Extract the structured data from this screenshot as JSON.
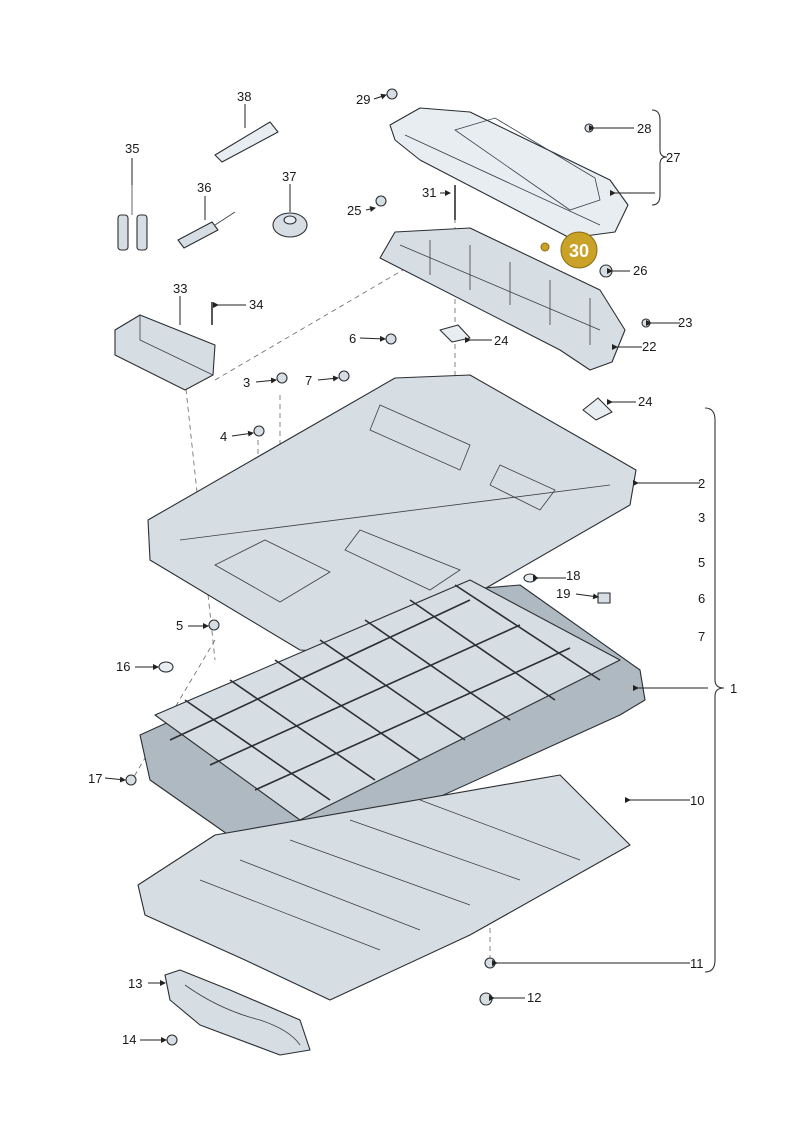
{
  "callout": {
    "highlight": "30",
    "color": "#c9a227"
  },
  "labels": {
    "l1": "1",
    "l2": "2",
    "l3a": "3",
    "l3b": "3",
    "l4": "4",
    "l5a": "5",
    "l5b": "5",
    "l6a": "6",
    "l6b": "6",
    "l7a": "7",
    "l7b": "7",
    "l10": "10",
    "l11": "11",
    "l12": "12",
    "l13": "13",
    "l14": "14",
    "l16": "16",
    "l17": "17",
    "l18": "18",
    "l19": "19",
    "l22": "22",
    "l23": "23",
    "l24a": "24",
    "l24b": "24",
    "l25": "25",
    "l26": "26",
    "l27": "27",
    "l28": "28",
    "l29": "29",
    "l31": "31",
    "l33": "33",
    "l34": "34",
    "l35": "35",
    "l36": "36",
    "l37": "37",
    "l38": "38"
  },
  "colors": {
    "part": "#d6dde3",
    "outline": "#2b2f33",
    "callout": "#c9a227"
  }
}
